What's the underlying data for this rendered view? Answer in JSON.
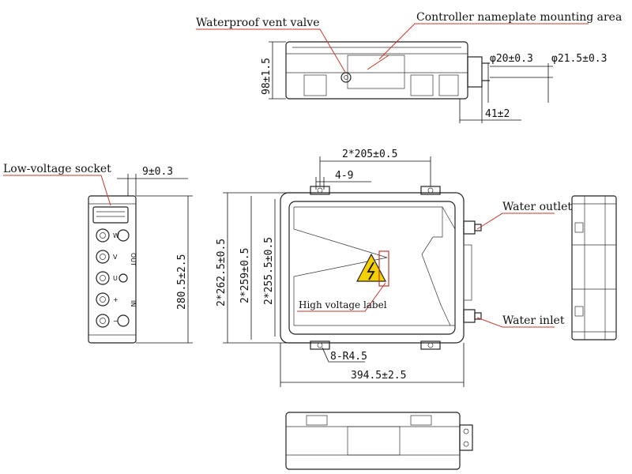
{
  "labels": {
    "vent_valve": "Waterproof vent valve",
    "nameplate_area": "Controller nameplate mounting area",
    "low_voltage_socket": "Low-voltage socket",
    "water_outlet": "Water outlet",
    "water_inlet": "Water inlet",
    "high_voltage_label": "High voltage label"
  },
  "dimensions": {
    "height_top": "98±1.5",
    "dia_20": "φ20±0.3",
    "dia_21_5": "φ21.5±0.3",
    "pipe_41": "41±2",
    "spacing_205": "2*205±0.5",
    "slot_4_9": "4-9",
    "side_9": "9±0.3",
    "height_280_5": "280.5±2.5",
    "h_262_5": "2*262.5±0.5",
    "h_259": "2*259±0.5",
    "h_255_5": "2*255.5±0.5",
    "radius": "8-R4.5",
    "width_394_5": "394.5±2.5"
  },
  "terminal_marks": {
    "w": "W",
    "v": "V",
    "u": "U",
    "plus": "+",
    "minus": "−",
    "out": "OUT",
    "in": "IN"
  },
  "colors": {
    "line": "#222222",
    "leader": "#c0392b",
    "warning_yellow": "#f5d000"
  }
}
